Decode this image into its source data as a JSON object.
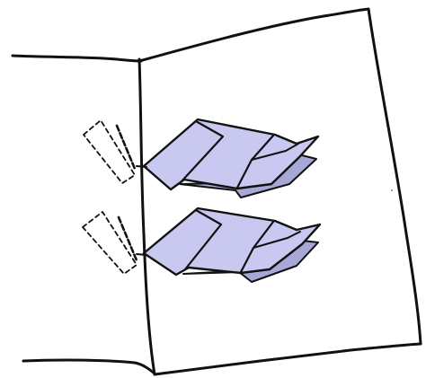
{
  "colors": {
    "background": "#ffffff",
    "ink": "#111111",
    "tab_fill": "#c8c8f0",
    "tab_shadow": "#a8a8d8"
  },
  "figure": {
    "kind": "hand-drawn sketch",
    "tabs": [
      {
        "name": "upper-tab",
        "folded": true,
        "dashed_outline": true
      },
      {
        "name": "lower-tab",
        "folded": true,
        "dashed_outline": true
      }
    ]
  }
}
